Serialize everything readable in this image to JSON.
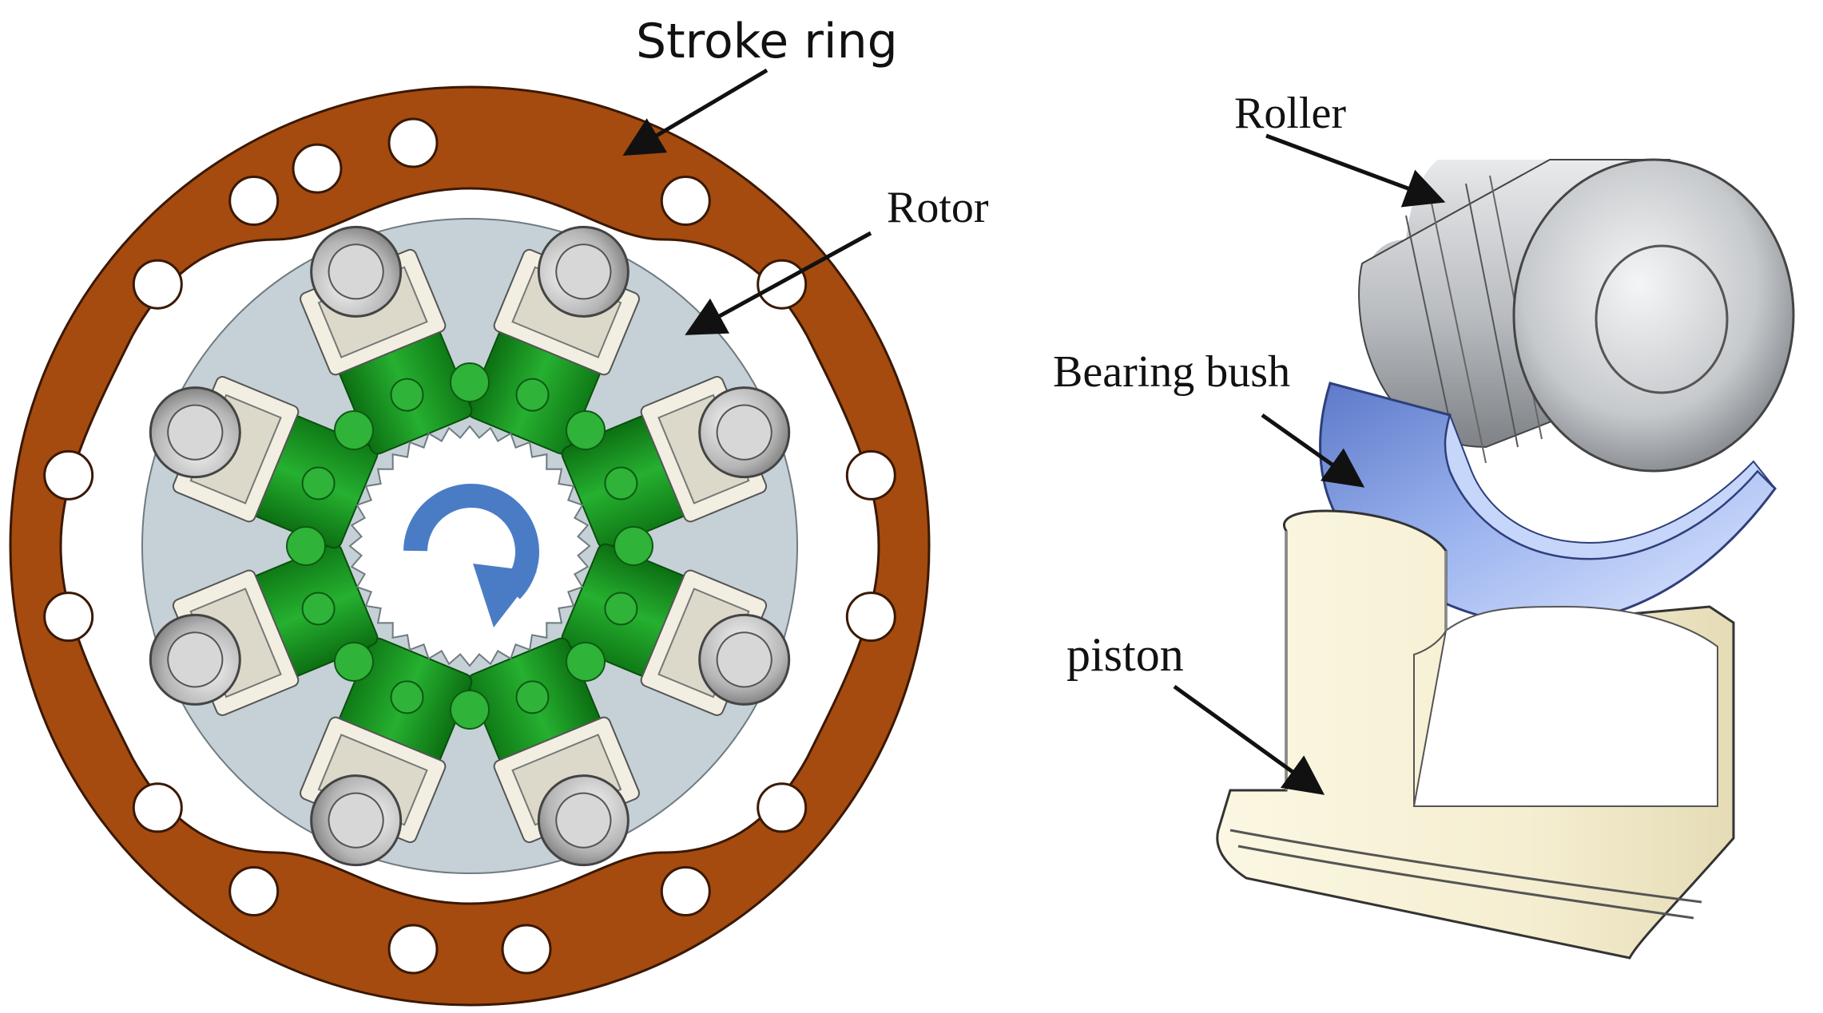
{
  "labels": {
    "stroke_ring": "Stroke ring",
    "rotor": "Rotor",
    "roller": "Roller",
    "bearing_bush": "Bearing bush",
    "piston": "piston"
  },
  "colors": {
    "stroke_ring": "#a54b0f",
    "rotor": "#c5d1d6",
    "piston_green": "#1f9a26",
    "rotation_arrow": "#4a7cc6",
    "roller": "#cfd1d4",
    "bearing_bush": "#8fa8e6",
    "piston_body": "#f5efd2"
  },
  "icons": {
    "rotation": "clockwise-rotation-arrow-icon"
  },
  "rotor": {
    "piston_count": 8
  }
}
